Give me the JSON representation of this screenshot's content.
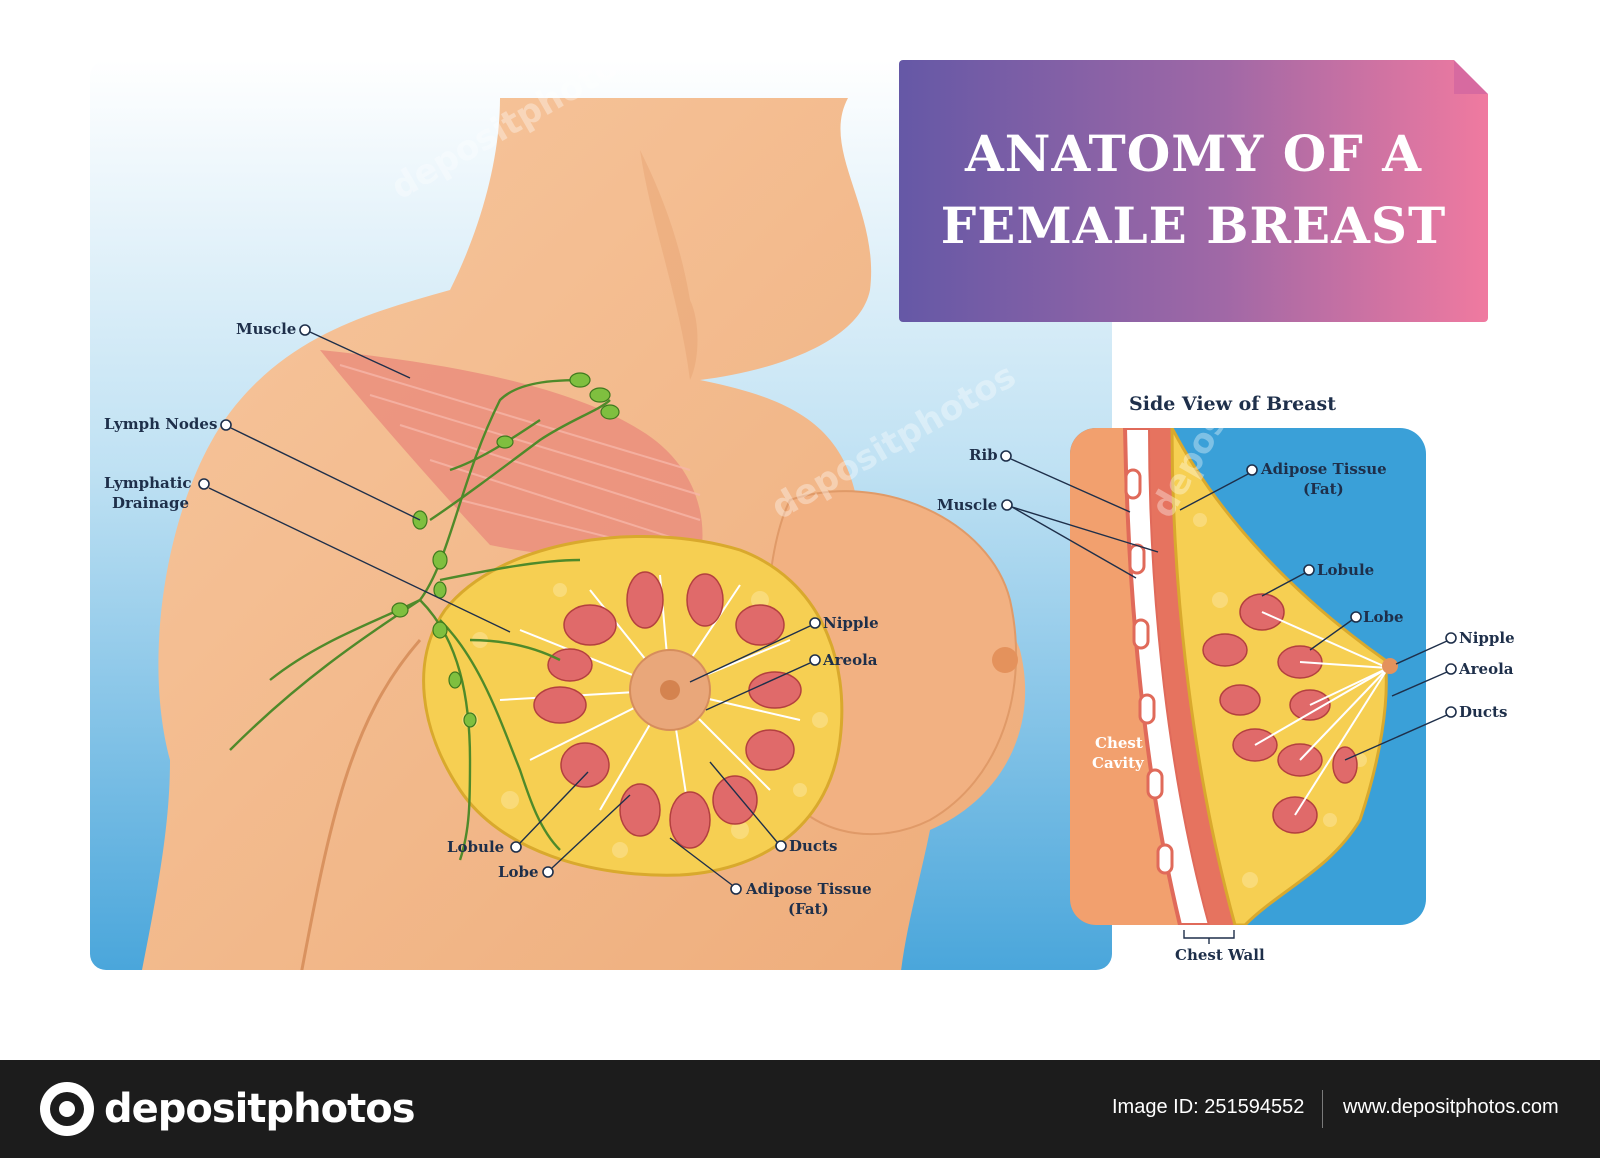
{
  "title": [
    "ANATOMY OF A",
    "FEMALE BREAST"
  ],
  "front_view": {
    "labels": {
      "muscle": "Muscle",
      "lymph_nodes": "Lymph Nodes",
      "lymphatic_drainage": [
        "Lymphatic",
        "Drainage"
      ],
      "nipple": "Nipple",
      "areola": "Areola",
      "lobule": "Lobule",
      "lobe": "Lobe",
      "ducts": "Ducts",
      "adipose": [
        "Adipose Tissue",
        "(Fat)"
      ]
    }
  },
  "side_view": {
    "heading": "Side View of Breast",
    "labels": {
      "rib": "Rib",
      "muscle": "Muscle",
      "adipose": [
        "Adipose Tissue",
        "(Fat)"
      ],
      "lobule": "Lobule",
      "lobe": "Lobe",
      "nipple": "Nipple",
      "areola": "Areola",
      "ducts": "Ducts",
      "chest_cavity": [
        "Chest",
        "Cavity"
      ],
      "chest_wall": "Chest Wall"
    }
  },
  "watermark": "depositphotos",
  "footer": {
    "logo_text": "depositphotos",
    "image_id": "Image ID: 251594552",
    "site": "www.depositphotos.com"
  },
  "colors": {
    "skin": "#f4b98a",
    "background_blue": "#5ab0e0",
    "tissue_yellow": "#f6cf52",
    "lobule_red": "#e06a6a",
    "lymph_green": "#7fbf3f",
    "label_navy": "#1e2f4a"
  }
}
